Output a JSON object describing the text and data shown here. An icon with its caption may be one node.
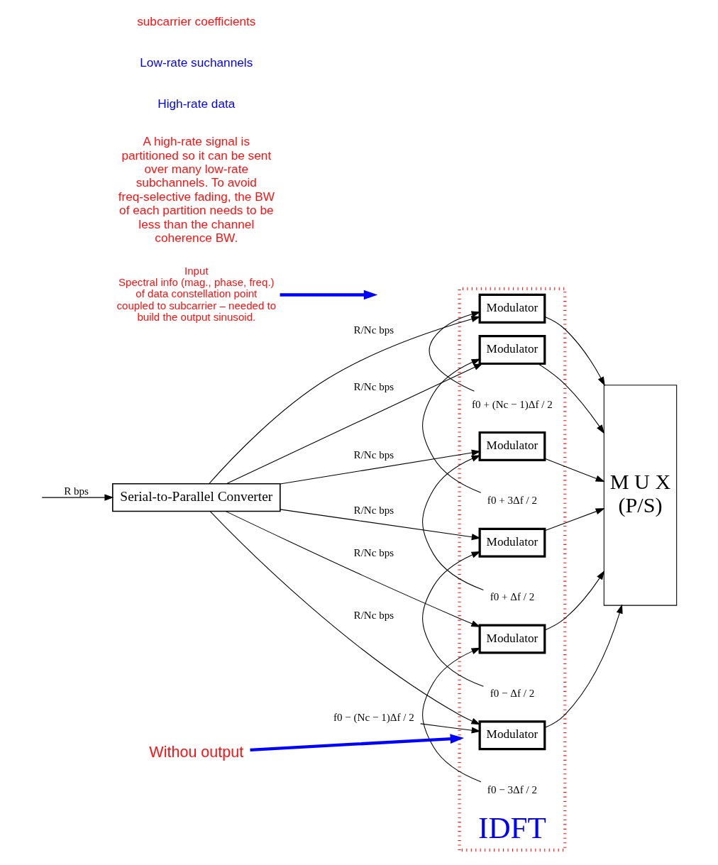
{
  "diagram": {
    "nodes": [
      {
        "text": [
          "IDFT"
        ]
      },
      {
        "text": [
          "Serial-to-Parallel Converter"
        ]
      },
      {
        "text": [
          "Modulator"
        ],
        "in": 0
      },
      {
        "text": [
          "Modulator"
        ],
        "in": 0
      },
      {
        "text": [
          "Modulator"
        ],
        "in": 0
      },
      {
        "text": [
          "Modulator"
        ],
        "in": 0
      },
      {
        "text": [
          "Modulator"
        ],
        "in": 0
      },
      {
        "text": [
          "Modulator"
        ],
        "in": 0
      },
      {
        "text": [
          "f0 + (Nc − 1)Δf / 2"
        ],
        "in": 0
      },
      {
        "text": [
          "f0 + 3Δf / 2"
        ],
        "in": 0
      },
      {
        "text": [
          "f0 + Δf / 2"
        ],
        "in": 0
      },
      {
        "text": [
          "f0 − Δf / 2"
        ],
        "in": 0
      },
      {
        "text": [
          "f0 − 3Δf / 2"
        ],
        "in": 0
      },
      {
        "text": [
          "f0 − (Nc − 1)Δf / 2"
        ]
      },
      {
        "text": [
          "M U X",
          "(P/S)"
        ]
      },
      {
        "text": [
          "Input",
          "Spectral info (mag., phase, freq.) of data constellation point coupled to subcarrier – needed to build the output sinusoid."
        ]
      },
      {
        "text": [
          "Withou output"
        ]
      }
    ],
    "edges": [
      {
        "from": null,
        "to": 1,
        "arrow": "to",
        "label": "R bps"
      },
      {
        "from": 1,
        "to": 2,
        "arrow": "to",
        "label": "R/Nc bps"
      },
      {
        "from": 1,
        "to": 3,
        "arrow": "to",
        "label": "R/Nc bps"
      },
      {
        "from": 1,
        "to": 4,
        "arrow": "to",
        "label": "R/Nc bps"
      },
      {
        "from": 1,
        "to": 5,
        "arrow": "to",
        "label": "R/Nc bps"
      },
      {
        "from": 1,
        "to": 6,
        "arrow": "to",
        "label": "R/Nc bps"
      },
      {
        "from": 1,
        "to": 7,
        "arrow": "to",
        "label": "R/Nc bps"
      },
      {
        "from": 8,
        "to": 2,
        "arrow": "to"
      },
      {
        "from": 9,
        "to": 3,
        "arrow": "to"
      },
      {
        "from": 10,
        "to": 4,
        "arrow": "to"
      },
      {
        "from": 11,
        "to": 5,
        "arrow": "to"
      },
      {
        "from": 12,
        "to": 6,
        "arrow": "to"
      },
      {
        "from": 13,
        "to": 7,
        "arrow": "to"
      },
      {
        "from": 2,
        "to": 14,
        "arrow": "to"
      },
      {
        "from": 3,
        "to": 14,
        "arrow": "to"
      },
      {
        "from": 4,
        "to": 14,
        "arrow": "to"
      },
      {
        "from": 5,
        "to": 14,
        "arrow": "to"
      },
      {
        "from": 6,
        "to": 14,
        "arrow": "to"
      },
      {
        "from": 7,
        "to": 14,
        "arrow": "to"
      },
      {
        "from": 15,
        "to": null,
        "arrow": "to",
        "style": "thick",
        "color": "#0000ff"
      },
      {
        "from": 16,
        "to": 0,
        "arrow": "to",
        "style": "thick",
        "color": "#0000ff"
      }
    ],
    "labels": [
      "A high-rate signal is partitioned so it can be sent over many low-rate subchannels. To avoid freq-selective fading, the BW of each partition needs to be less than the channel coherence BW.",
      "High-rate data",
      "Low-rate suchannels",
      "subcarrier coefficients"
    ]
  }
}
